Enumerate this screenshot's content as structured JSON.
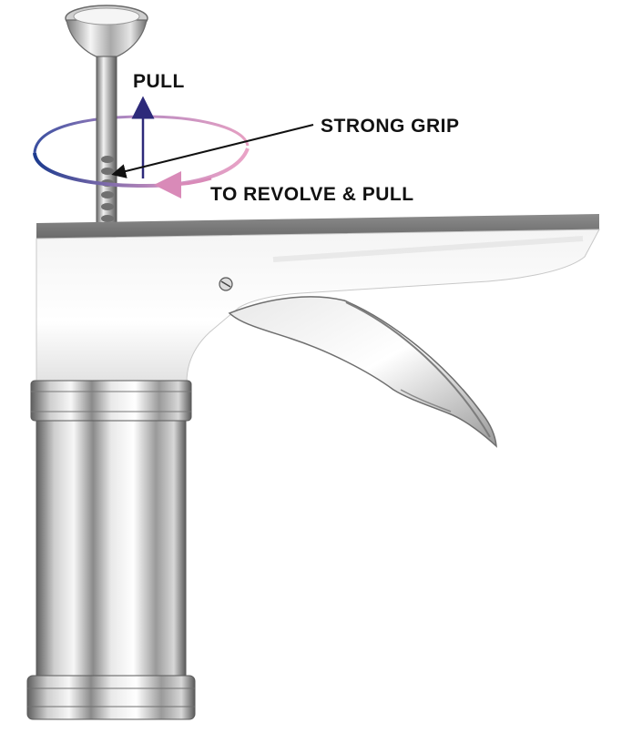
{
  "labels": {
    "pull": "PULL",
    "strong_grip": "STRONG GRIP",
    "revolve": "TO REVOLVE & PULL"
  },
  "colors": {
    "arrow_up": "#2d2a7a",
    "orbit_front": "#1f3f8f",
    "orbit_back": "#d98ab8",
    "pointer_line": "#111111"
  }
}
